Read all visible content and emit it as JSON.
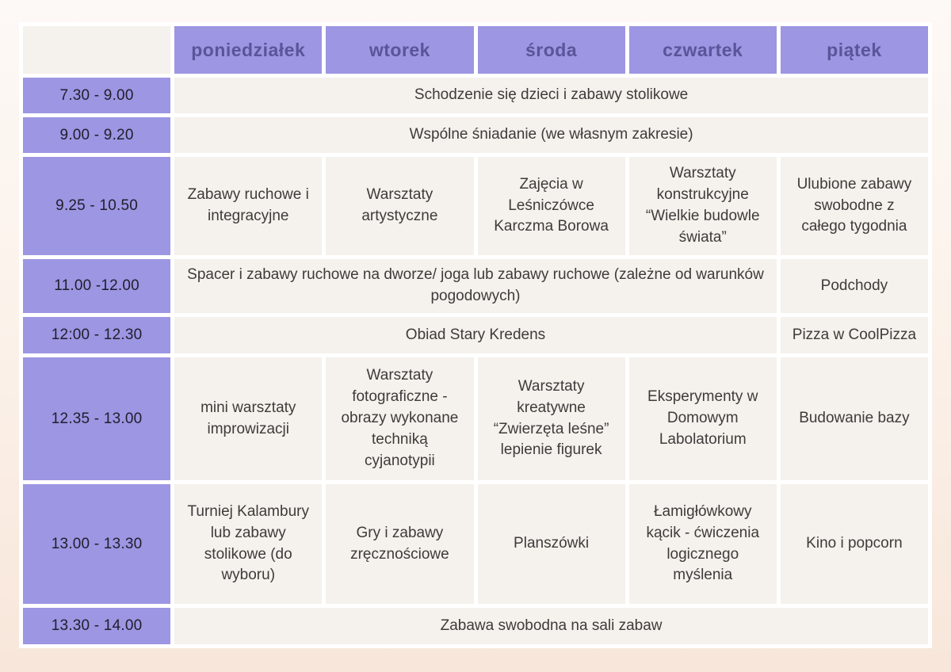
{
  "table": {
    "days": [
      "poniedziałek",
      "wtorek",
      "środa",
      "czwartek",
      "piątek"
    ],
    "rows": [
      {
        "time": "7.30 - 9.00",
        "cells": [
          {
            "text": "Schodzenie się dzieci i zabawy stolikowe",
            "span": 5
          }
        ]
      },
      {
        "time": "9.00 - 9.20",
        "cells": [
          {
            "text": "Wspólne śniadanie (we własnym zakresie)",
            "span": 5
          }
        ]
      },
      {
        "time": "9.25 - 10.50",
        "cells": [
          {
            "text": "Zabawy ruchowe i integracyjne",
            "span": 1
          },
          {
            "text": "Warsztaty artystyczne",
            "span": 1
          },
          {
            "text": "Zajęcia w Leśniczówce Karczma Borowa",
            "span": 1
          },
          {
            "text": "Warsztaty konstrukcyjne “Wielkie budowle świata”",
            "span": 1
          },
          {
            "text": "Ulubione zabawy swobodne z całego tygodnia",
            "span": 1
          }
        ]
      },
      {
        "time": "11.00 -12.00",
        "cells": [
          {
            "text": "Spacer i zabawy ruchowe na dworze/ joga lub zabawy ruchowe (zależne od warunków pogodowych)",
            "span": 4
          },
          {
            "text": "Podchody",
            "span": 1
          }
        ]
      },
      {
        "time": "12:00 - 12.30",
        "cells": [
          {
            "text": "Obiad Stary Kredens",
            "span": 4
          },
          {
            "text": "Pizza w CoolPizza",
            "span": 1
          }
        ]
      },
      {
        "time": "12.35 - 13.00",
        "cells": [
          {
            "text": "mini warsztaty improwizacji",
            "span": 1
          },
          {
            "text": "Warsztaty fotograficzne - obrazy wykonane techniką cyjanotypii",
            "span": 1
          },
          {
            "text": "Warsztaty kreatywne “Zwierzęta leśne” lepienie figurek",
            "span": 1
          },
          {
            "text": "Eksperymenty w Domowym Labolatorium",
            "span": 1
          },
          {
            "text": "Budowanie bazy",
            "span": 1
          }
        ]
      },
      {
        "time": "13.00 - 13.30",
        "cells": [
          {
            "text": "Turniej Kalambury lub zabawy stolikowe (do wyboru)",
            "span": 1
          },
          {
            "text": "Gry i zabawy zręcznościowe",
            "span": 1
          },
          {
            "text": "Planszówki",
            "span": 1
          },
          {
            "text": "Łamigłówkowy kącik - ćwiczenia logicznego myślenia",
            "span": 1
          },
          {
            "text": "Kino i popcorn",
            "span": 1
          }
        ]
      },
      {
        "time": "13.30 - 14.00",
        "cells": [
          {
            "text": "Zabawa swobodna na sali zabaw",
            "span": 5
          }
        ]
      }
    ],
    "colors": {
      "accent_purple": "#9c96e3",
      "header_text": "#5a5499",
      "cell_background": "#f5f1ec",
      "grid_gap": "#ffffff",
      "page_top": "#fdf9f6",
      "page_bottom": "#f8e6da"
    }
  }
}
